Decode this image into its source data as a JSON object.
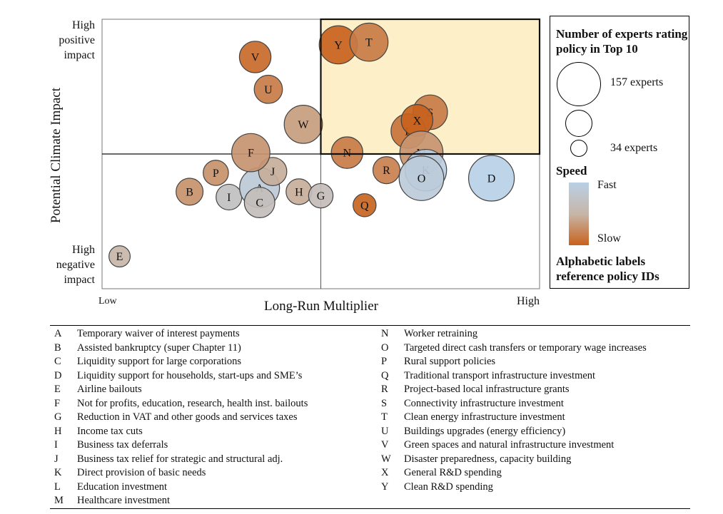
{
  "chart_data": {
    "type": "scatter",
    "xlabel": "Long-Run Multiplier",
    "ylabel": "Potential Climate Impact",
    "x_low_label": "Low",
    "x_high_label": "High",
    "y_high_label": [
      "High",
      "positive",
      "impact"
    ],
    "y_low_label": [
      "High",
      "negative",
      "impact"
    ],
    "xlim": [
      0,
      100
    ],
    "ylim": [
      -100,
      100
    ],
    "highlight_quadrant": "top-right",
    "colors": {
      "fast": "#b9d0e6",
      "mid": "#c7b6a8",
      "slow": "#c8621d",
      "highlight_fill": "#fdf0c8"
    },
    "points": [
      {
        "id": "E",
        "x": 4,
        "y": -76,
        "size": 34,
        "speed": 0.5
      },
      {
        "id": "B",
        "x": 20,
        "y": -28,
        "size": 55,
        "speed": 0.72
      },
      {
        "id": "P",
        "x": 26,
        "y": -14,
        "size": 48,
        "speed": 0.72
      },
      {
        "id": "I",
        "x": 29,
        "y": -32,
        "size": 50,
        "speed": 0.3
      },
      {
        "id": "A",
        "x": 36,
        "y": -25,
        "size": 120,
        "speed": 0.12
      },
      {
        "id": "C",
        "x": 36,
        "y": -36,
        "size": 70,
        "speed": 0.35
      },
      {
        "id": "J",
        "x": 39,
        "y": -13,
        "size": 60,
        "speed": 0.55
      },
      {
        "id": "H",
        "x": 45,
        "y": -28,
        "size": 50,
        "speed": 0.55
      },
      {
        "id": "G",
        "x": 50,
        "y": -31,
        "size": 45,
        "speed": 0.38
      },
      {
        "id": "F",
        "x": 34,
        "y": 1,
        "size": 110,
        "speed": 0.7
      },
      {
        "id": "W",
        "x": 46,
        "y": 22,
        "size": 110,
        "speed": 0.65
      },
      {
        "id": "U",
        "x": 38,
        "y": 48,
        "size": 60,
        "speed": 0.85
      },
      {
        "id": "V",
        "x": 35,
        "y": 72,
        "size": 75,
        "speed": 0.95
      },
      {
        "id": "N",
        "x": 56,
        "y": 1,
        "size": 75,
        "speed": 0.85
      },
      {
        "id": "R",
        "x": 65,
        "y": -12,
        "size": 55,
        "speed": 0.82
      },
      {
        "id": "Q",
        "x": 60,
        "y": -38,
        "size": 40,
        "speed": 0.98
      },
      {
        "id": "Y",
        "x": 54,
        "y": 81,
        "size": 110,
        "speed": 1.0
      },
      {
        "id": "T",
        "x": 61,
        "y": 83,
        "size": 110,
        "speed": 0.85
      },
      {
        "id": "S",
        "x": 75,
        "y": 31,
        "size": 90,
        "speed": 0.85
      },
      {
        "id": "L",
        "x": 70,
        "y": 17,
        "size": 90,
        "speed": 0.9
      },
      {
        "id": "X",
        "x": 72,
        "y": 25,
        "size": 75,
        "speed": 1.0
      },
      {
        "id": "M",
        "x": 73,
        "y": 1,
        "size": 140,
        "speed": 0.7
      },
      {
        "id": "K",
        "x": 74,
        "y": -12,
        "size": 130,
        "speed": 0.05
      },
      {
        "id": "O",
        "x": 73,
        "y": -18,
        "size": 150,
        "speed": 0.1
      },
      {
        "id": "D",
        "x": 89,
        "y": -18,
        "size": 157,
        "speed": 0.0
      }
    ]
  },
  "legend": {
    "title": "Number of experts rating policy in Top 10",
    "large_label": "157 experts",
    "small_label": "34 experts",
    "speed_title": "Speed",
    "speed_fast": "Fast",
    "speed_slow": "Slow",
    "note": "Alphabetic labels reference policy IDs"
  },
  "policies": [
    {
      "id": "A",
      "text": "Temporary waiver of interest payments"
    },
    {
      "id": "B",
      "text": "Assisted bankruptcy (super Chapter 11)"
    },
    {
      "id": "C",
      "text": "Liquidity support for large corporations"
    },
    {
      "id": "D",
      "text": "Liquidity support for households, start-ups and SME’s"
    },
    {
      "id": "E",
      "text": "Airline bailouts"
    },
    {
      "id": "F",
      "text": "Not for profits, education, research, health inst. bailouts"
    },
    {
      "id": "G",
      "text": "Reduction in VAT and other goods and services taxes"
    },
    {
      "id": "H",
      "text": "Income tax cuts"
    },
    {
      "id": "I",
      "text": "Business tax deferrals"
    },
    {
      "id": "J",
      "text": "Business tax relief for strategic and structural adj."
    },
    {
      "id": "K",
      "text": "Direct provision of basic needs"
    },
    {
      "id": "L",
      "text": "Education investment"
    },
    {
      "id": "M",
      "text": "Healthcare investment"
    },
    {
      "id": "N",
      "text": "Worker retraining"
    },
    {
      "id": "O",
      "text": "Targeted direct cash transfers or temporary wage increases"
    },
    {
      "id": "P",
      "text": "Rural support policies"
    },
    {
      "id": "Q",
      "text": "Traditional transport infrastructure investment"
    },
    {
      "id": "R",
      "text": "Project-based local infrastructure grants"
    },
    {
      "id": "S",
      "text": "Connectivity infrastructure investment"
    },
    {
      "id": "T",
      "text": "Clean energy infrastructure investment"
    },
    {
      "id": "U",
      "text": "Buildings upgrades (energy efficiency)"
    },
    {
      "id": "V",
      "text": "Green spaces and natural infrastructure investment"
    },
    {
      "id": "W",
      "text": "Disaster preparedness, capacity building"
    },
    {
      "id": "X",
      "text": "General R&D spending"
    },
    {
      "id": "Y",
      "text": "Clean R&D spending"
    }
  ]
}
